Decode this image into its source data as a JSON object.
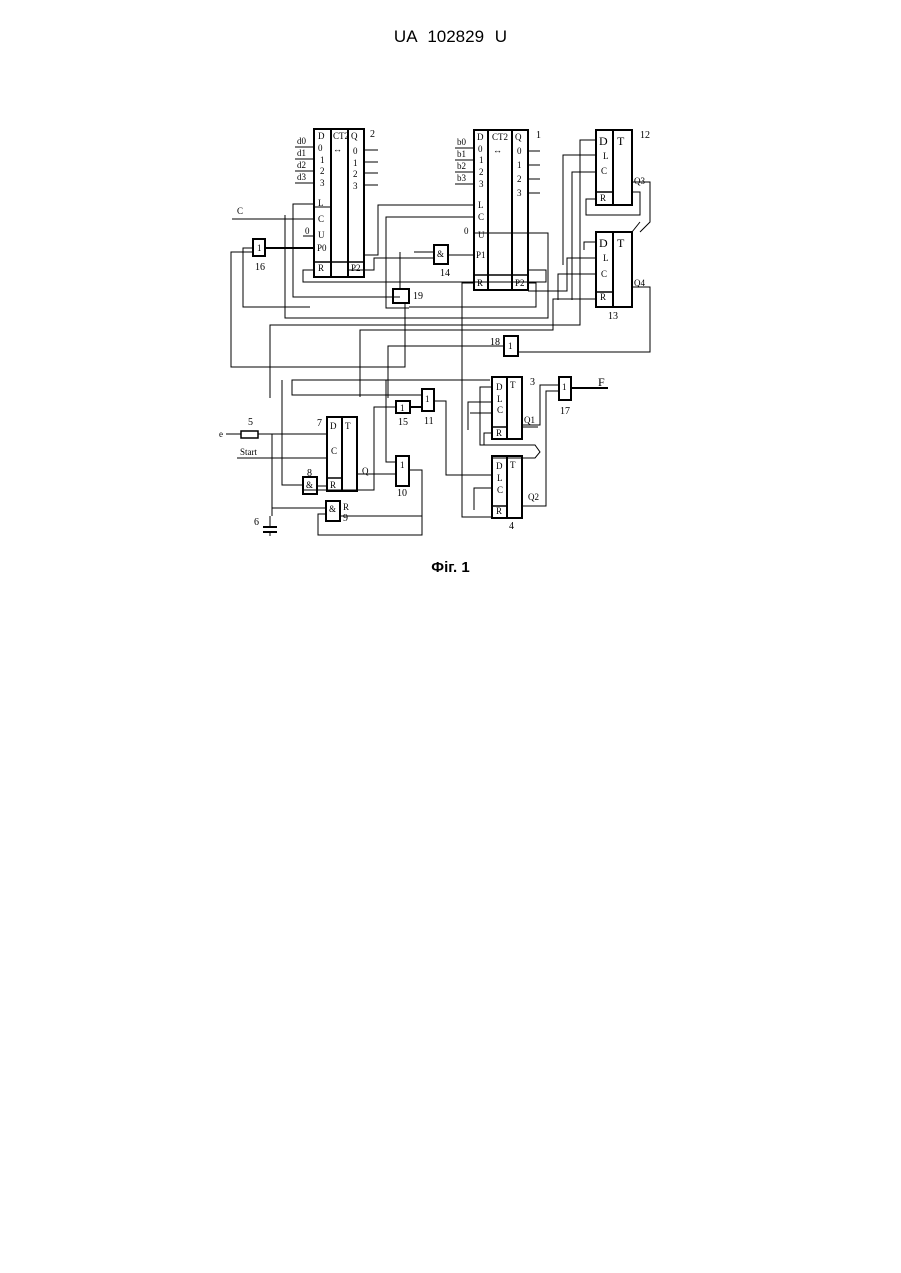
{
  "header": {
    "patent_number": "UA   102829   U"
  },
  "figure": {
    "caption": "Фіг. 1"
  },
  "blocks": [
    {
      "id": "counter-2",
      "number": "2",
      "type": "CT2"
    },
    {
      "id": "counter-1",
      "number": "1",
      "type": "CT2"
    },
    {
      "id": "trigger-12",
      "number": "12",
      "type": "T"
    },
    {
      "id": "trigger-13",
      "number": "13",
      "type": "T"
    },
    {
      "id": "trigger-3",
      "number": "3",
      "type": "T"
    },
    {
      "id": "trigger-4",
      "number": "4",
      "type": "T"
    },
    {
      "id": "trigger-7",
      "number": "7",
      "type": "T"
    },
    {
      "id": "gate-16",
      "number": "16",
      "symbol": "1"
    },
    {
      "id": "gate-14",
      "number": "14",
      "symbol": "&"
    },
    {
      "id": "gate-19",
      "number": "19",
      "symbol": ""
    },
    {
      "id": "gate-18",
      "number": "18",
      "symbol": "1"
    },
    {
      "id": "gate-15",
      "number": "15",
      "symbol": "1"
    },
    {
      "id": "gate-11",
      "number": "11",
      "symbol": "1"
    },
    {
      "id": "gate-17",
      "number": "17",
      "symbol": "1"
    },
    {
      "id": "gate-10",
      "number": "10",
      "symbol": "1"
    },
    {
      "id": "gate-8",
      "number": "8",
      "symbol": "&"
    },
    {
      "id": "gate-9",
      "number": "9",
      "symbol": "&"
    },
    {
      "id": "resistor-5",
      "number": "5"
    },
    {
      "id": "capacitor-6",
      "number": "6"
    }
  ],
  "labels": {
    "ct2": "CT2",
    "d0": "d0",
    "d1": "d1",
    "d2": "d2",
    "d3": "d3",
    "b0": "b0",
    "b1": "b1",
    "b2": "b2",
    "b3": "b3",
    "c_bar": "C",
    "start": "Start",
    "e": "e",
    "f": "F",
    "q": "Q",
    "q1": "Q1",
    "q2": "Q2",
    "q3": "Q3",
    "q4": "Q4",
    "p0": "P0",
    "p1": "P1",
    "p2": "P2",
    "zero": "0"
  }
}
